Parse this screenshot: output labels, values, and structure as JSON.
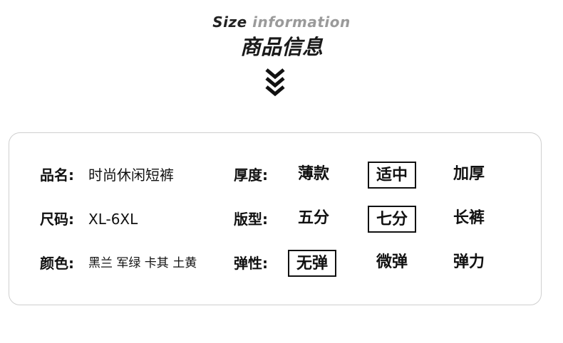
{
  "header": {
    "en_title_word1": "Size",
    "en_title_word2": "information",
    "cn_title": "商品信息",
    "arrow_icon": "triple-chevron-down-icon"
  },
  "rows": [
    {
      "label": "品名:",
      "value": "时尚休闲短裤",
      "attr_label": "厚度:",
      "options": [
        "薄款",
        "适中",
        "加厚"
      ],
      "selected": "适中"
    },
    {
      "label": "尺码:",
      "value": "XL-6XL",
      "attr_label": "版型:",
      "options": [
        "五分",
        "七分",
        "长裤"
      ],
      "selected": "七分"
    },
    {
      "label": "颜色:",
      "value": "黑兰 军绿 卡其 土黄",
      "attr_label": "弹性:",
      "options": [
        "无弹",
        "微弹",
        "弹力"
      ],
      "selected": "无弹"
    }
  ]
}
